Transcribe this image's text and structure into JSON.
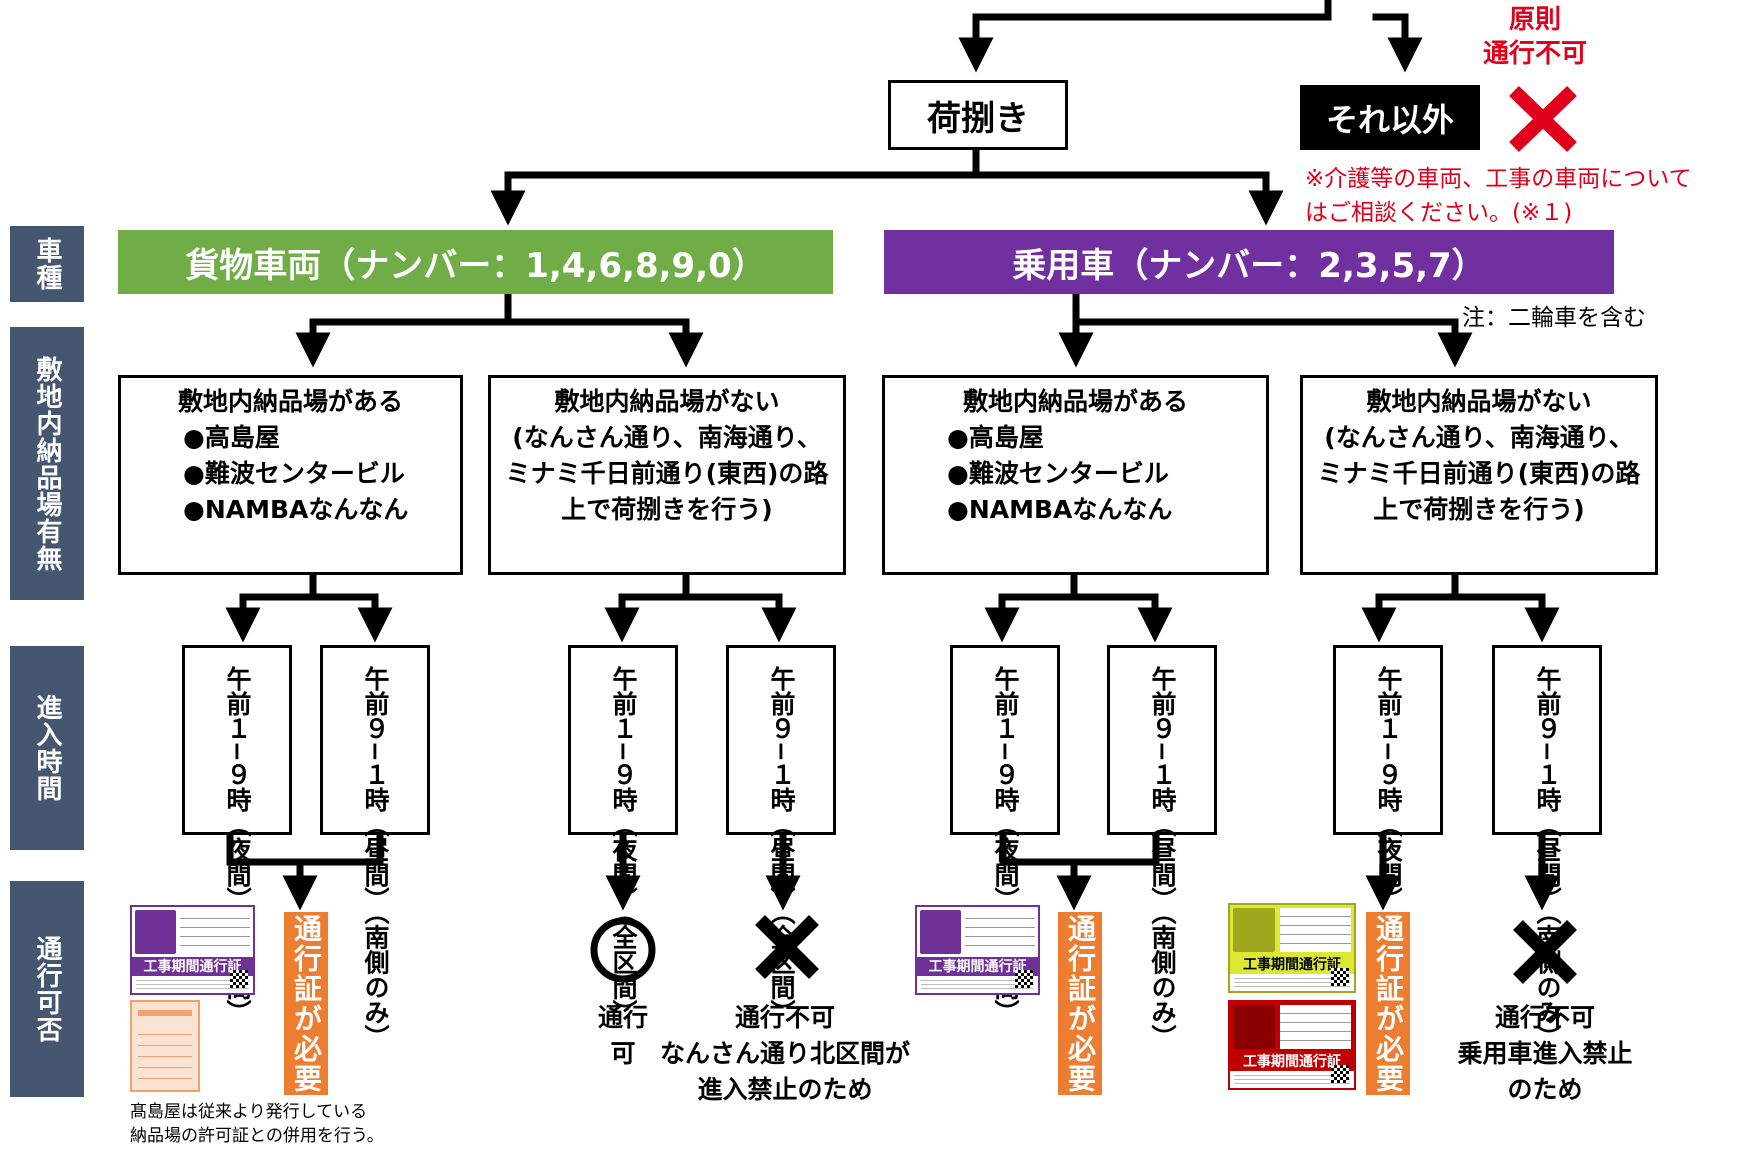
{
  "top_labels": {
    "nie": "荷捌き",
    "other": "それ以外"
  },
  "principle": {
    "line1": "原則",
    "line2": "通行不可"
  },
  "consult_note": {
    "line1": "※介護等の車両、工事の車両について",
    "line2": "はご相談ください。(※１)"
  },
  "categories": {
    "vehicle": "車種",
    "yard": "敷地内納品場有無",
    "time": "進入時間",
    "pass": "通行可否"
  },
  "bands": {
    "cargo": "貨物車両（ナンバー：1,4,6,8,9,0）",
    "passenger": "乗用車（ナンバー：2,3,5,7）"
  },
  "passenger_note": "注：二輪車を含む",
  "yard_with": {
    "title": "敷地内納品場がある",
    "items": [
      "●高島屋",
      "●難波センタービル",
      "●NAMBAなんなん"
    ]
  },
  "yard_without": {
    "lines": [
      "敷地内納品場がない",
      "(なんさん通り、南海通り、",
      "ミナミ千日前通り(東西)の路",
      "上で荷捌きを行う)"
    ]
  },
  "time_night": "午前１−９時（夜間）（全区間）",
  "time_day_south": "午前９−１時（昼間）（南側のみ）",
  "time_day_all": "午前９−１時（昼間）（全区間）",
  "permit_required": "通行証が必要",
  "permit_title": "工事期間通行証",
  "results": {
    "ok_l1": "通行",
    "ok_l2": "可",
    "ng_north_l1": "通行不可",
    "ng_north_l2": "なんさん通り北区間が",
    "ng_north_l3": "進入禁止のため",
    "ng_pass_l1": "通行不可",
    "ng_pass_l2": "乗用車進入禁止",
    "ng_pass_l3": "のため"
  },
  "bottom_note": {
    "line1": "髙島屋は従来より発行している",
    "line2": "納品場の許可証との併用を行う。"
  },
  "colors": {
    "category_bg": "#455770",
    "cargo": "#70AD47",
    "passenger": "#7030A0",
    "permit": "#ED7D31",
    "alert_red": "#E0001B",
    "ticket_purple": "#6F3198",
    "ticket_yellow": "#DDE832",
    "ticket_red": "#C00000"
  }
}
